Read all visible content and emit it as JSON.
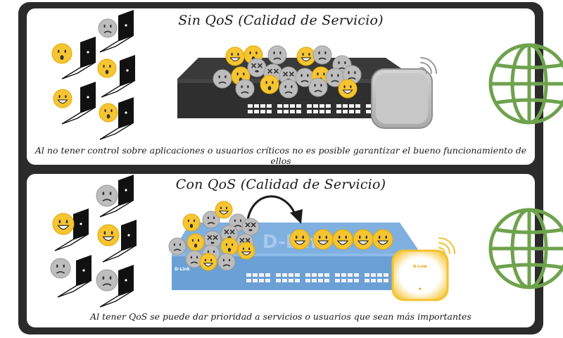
{
  "top_panel": {
    "title": "Sin QoS (Calidad de Servicio)",
    "caption": "Al no tener control sobre aplicaciones o usuarios críticos no es posible garantizar el bueno funcionamiento de ellos"
  },
  "bottom_panel": {
    "title": "Con QoS (Calidad de Servicio)",
    "caption": "Al tener QoS se puede dar prioridad a servicios o usuarios que sean más importantes"
  },
  "switch_brand": "D-Link",
  "access_point_brand": "D-Link",
  "colors": {
    "frame": "#2b2b2b",
    "globe": "#6ea24d",
    "dark_switch": "#2f2f2f",
    "blue_switch": "#6aa0d6",
    "emoji_yellow": "#f7c531",
    "emoji_grey": "#bdbdbd",
    "ap_glow": "#f6c945"
  },
  "icons": [
    "laptop-icon",
    "emoji-face-icon",
    "network-switch-icon",
    "access-point-icon",
    "wifi-signal-icon",
    "globe-icon",
    "curved-arrow-icon"
  ]
}
